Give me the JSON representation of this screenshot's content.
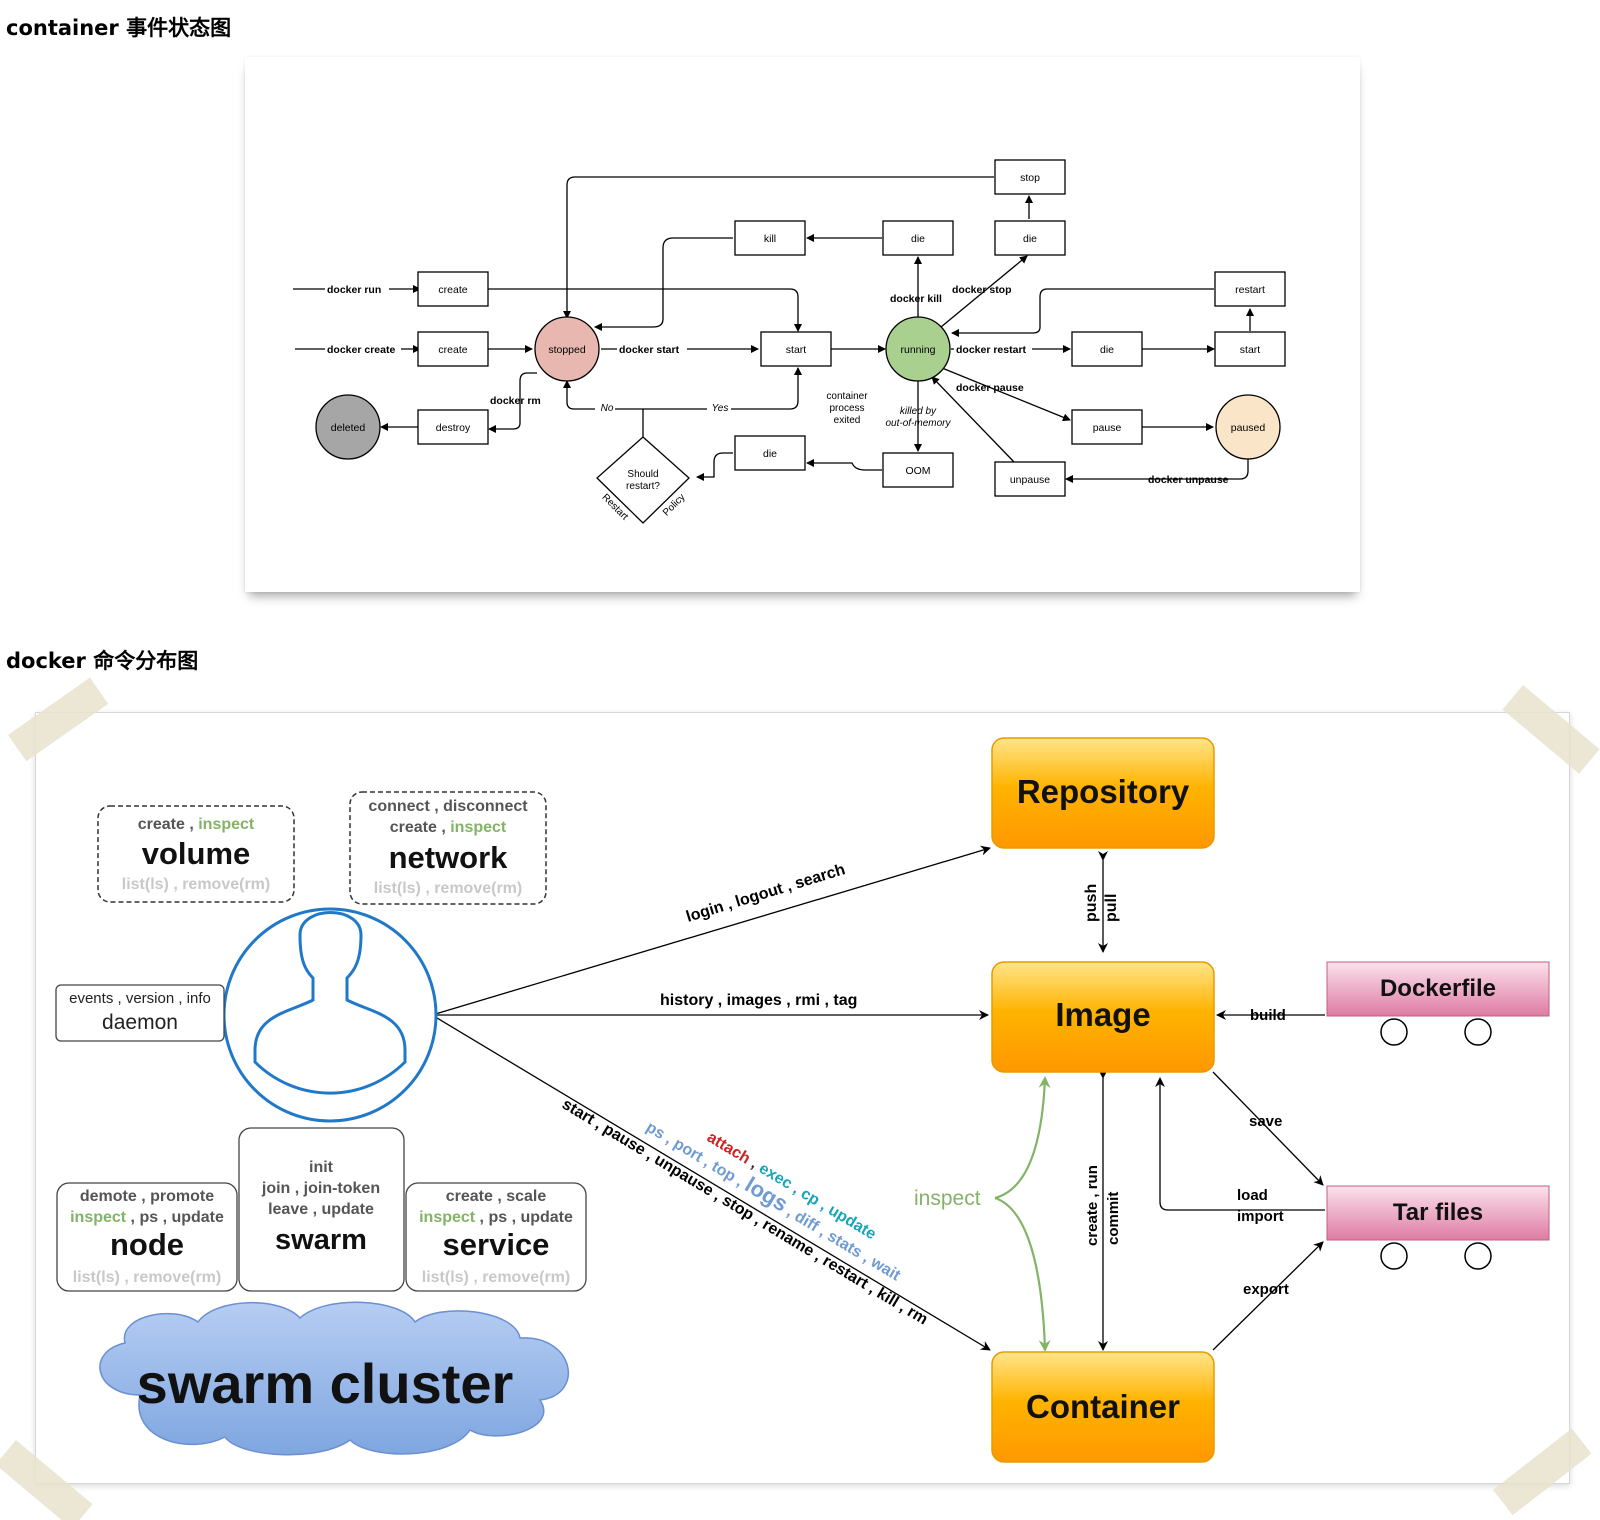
{
  "headings": {
    "state_title": "container 事件状态图",
    "cmd_title": "docker 命令分布图"
  },
  "state_diagram": {
    "events": {
      "docker_run": "docker run",
      "docker_create": "docker create",
      "docker_start": "docker start",
      "docker_kill": "docker kill",
      "docker_stop": "docker stop",
      "docker_restart": "docker restart",
      "docker_pause": "docker pause",
      "docker_unpause": "docker unpause",
      "docker_rm": "docker rm",
      "no": "No",
      "yes": "Yes",
      "process_exited": [
        "container",
        "process",
        "exited"
      ],
      "oom_line1": "killed by",
      "oom_line2": "out-of-memory"
    },
    "boxes": {
      "create1": "create",
      "create2": "create",
      "destroy": "destroy",
      "kill": "kill",
      "die_top": "die",
      "die_stop": "die",
      "stop": "stop",
      "start_mid": "start",
      "die_restart": "die",
      "start_restart": "start",
      "restart": "restart",
      "pause": "pause",
      "unpause": "unpause",
      "oom": "OOM",
      "die_bottom": "die"
    },
    "states": {
      "deleted": "deleted",
      "stopped": "stopped",
      "running": "running",
      "paused": "paused"
    },
    "decision": {
      "line1": "Should",
      "line2": "restart?",
      "left_label": "Restart",
      "right_label": "Policy"
    },
    "colors": {
      "deleted": "#a6a6a6",
      "stopped": "#e8b8b0",
      "running": "#a9d08e",
      "paused": "#fbe5c8"
    }
  },
  "cmd_diagram": {
    "volume": {
      "top_a": "create",
      "top_b": "inspect",
      "name": "volume",
      "bottom": "list(ls) , remove(rm)"
    },
    "network": {
      "top_line1": "connect , disconnect",
      "top_a": "create",
      "top_b": "inspect",
      "name": "network",
      "bottom": "list(ls) , remove(rm)"
    },
    "daemon": {
      "top": "events , version , info",
      "name": "daemon"
    },
    "node": {
      "top": "demote , promote",
      "mid_a": "inspect",
      "mid_b": " , ps , update",
      "name": "node",
      "bottom": "list(ls) , remove(rm)"
    },
    "swarm": {
      "line1": "init",
      "line2": "join , join-token",
      "line3": "leave , update",
      "name": "swarm"
    },
    "service": {
      "top": "create , scale",
      "mid_a": "inspect",
      "mid_b": " , ps , update",
      "name": "service",
      "bottom": "list(ls) , remove(rm)"
    },
    "cluster": "swarm cluster",
    "repository": "Repository",
    "image": "Image",
    "container": "Container",
    "dockerfile": "Dockerfile",
    "tarfiles": "Tar files",
    "edges": {
      "login": "login , logout , search",
      "history": "history , images , rmi , tag",
      "push": "push",
      "pull": "pull",
      "build": "build",
      "save": "save",
      "load": "load",
      "import": "import",
      "export": "export",
      "inspect": "inspect",
      "create_run": "create , run",
      "commit": "commit",
      "lifecycle": "start , pause , unpause , stop , rename , restart , kill , rm",
      "exec_line": [
        {
          "t": "ps , ",
          "c": "#6f9bd1"
        },
        {
          "t": "port , ",
          "c": "#6f9bd1"
        },
        {
          "t": "top , ",
          "c": "#6f9bd1"
        },
        {
          "t": "logs",
          "c": "#6f9bd1"
        },
        {
          "t": " , ",
          "c": "#6f9bd1"
        },
        {
          "t": "diff , ",
          "c": "#6f9bd1"
        },
        {
          "t": "stats , ",
          "c": "#6f9bd1"
        },
        {
          "t": "wait",
          "c": "#6f9bd1"
        }
      ],
      "attach_line": [
        {
          "t": "attach",
          "c": "#cc2222"
        },
        {
          "t": " , ",
          "c": "#333333"
        },
        {
          "t": "exec , ",
          "c": "#17a6b8"
        },
        {
          "t": "cp , ",
          "c": "#17a6b8"
        },
        {
          "t": "update",
          "c": "#17a6b8"
        }
      ]
    },
    "colors": {
      "orange": "#ffa500",
      "pink": "#e07fa6",
      "cloud": "#8fb4e8",
      "user_ring": "#1f78c8",
      "green": "#82b366",
      "grey_text": "#c8c8c8"
    }
  }
}
